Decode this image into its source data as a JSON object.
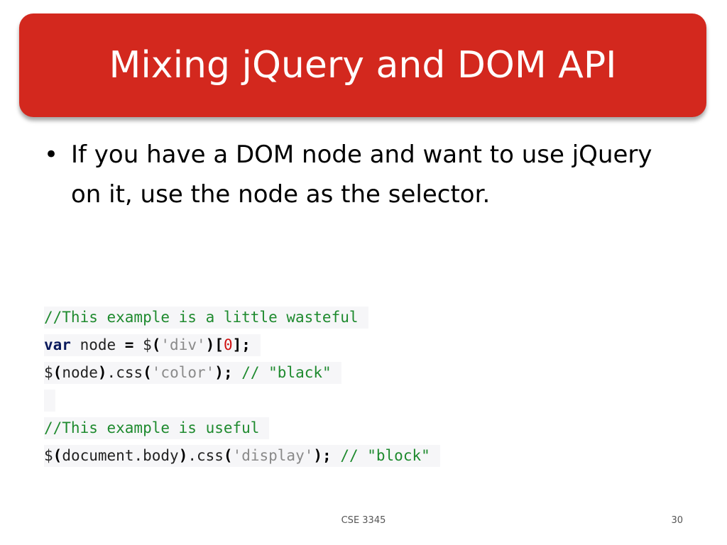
{
  "slide": {
    "title": "Mixing jQuery and DOM API",
    "bullets": [
      {
        "symbol": "•",
        "text": "If you have a DOM node and want to use jQuery on it, use the node as the selector."
      }
    ],
    "code": {
      "line1_comment": "//This example is a little wasteful",
      "line2_kw": "var",
      "line2_a": " node ",
      "line2_eq": "=",
      "line2_b": " $",
      "line2_paren_open": "(",
      "line2_str": "'div'",
      "line2_paren_close": ")",
      "line2_bracket_open": "[",
      "line2_num": "0",
      "line2_bracket_close": "];",
      "line3_a": "$",
      "line3_paren_open": "(",
      "line3_b": "node",
      "line3_paren_close": ")",
      "line3_c": ".css",
      "line3_paren_open2": "(",
      "line3_str": "'color'",
      "line3_paren_close2": ");",
      "line3_comment": " // \"black\"",
      "line5_comment": "//This example is useful",
      "line6_a": "$",
      "line6_paren_open": "(",
      "line6_b": "document.body",
      "line6_paren_close": ")",
      "line6_c": ".css",
      "line6_paren_open2": "(",
      "line6_str": "'display'",
      "line6_paren_close2": ");",
      "line6_comment": " // \"block\""
    },
    "footer": {
      "course": "CSE 3345",
      "page_number": "30"
    }
  },
  "colors": {
    "title_banner": "#d3281e",
    "comment": "#1e8a2e",
    "keyword": "#0a1a5c",
    "string": "#8a8a8a",
    "number": "#d01010"
  }
}
